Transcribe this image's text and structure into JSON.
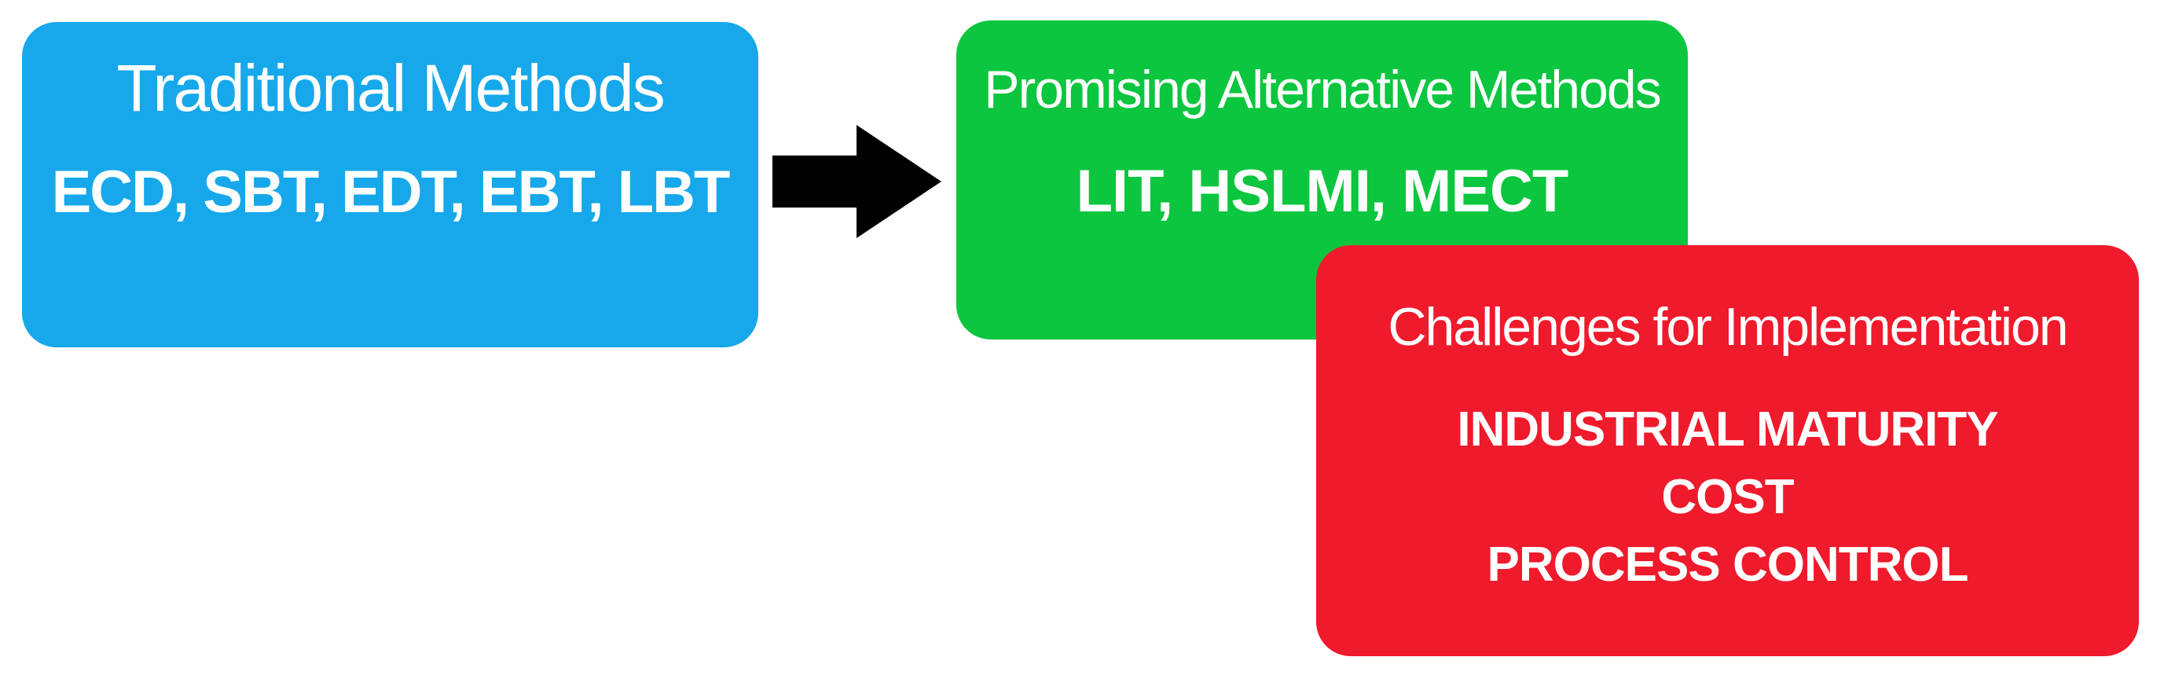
{
  "figure": {
    "background": "#FFFFFF",
    "text_color": "#FFFFFF",
    "boxes": {
      "traditional": {
        "title": "Traditional Methods",
        "items": "ECD, SBT, EDT, EBT, LBT",
        "color": "#16A8EA"
      },
      "alternative": {
        "title": "Promising Alternative Methods",
        "items": "LIT, HSLMI, MECT",
        "color": "#0BC63E"
      },
      "challenges": {
        "title": "Challenges for Implementation",
        "items": [
          "INDUSTRIAL MATURITY",
          "COST",
          "PROCESS CONTROL"
        ],
        "color": "#EF1A2B"
      }
    },
    "arrow": {
      "direction": "right",
      "color": "#000000"
    }
  }
}
